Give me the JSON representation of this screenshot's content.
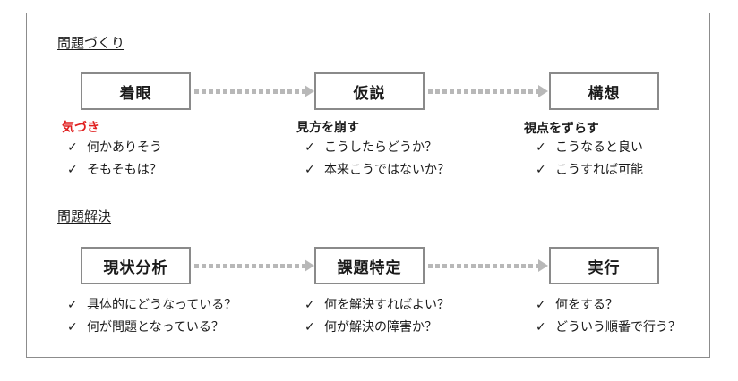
{
  "sections": [
    {
      "title": "問題づくり",
      "steps": [
        {
          "label": "着眼",
          "heading": "気づき",
          "heading_color": "#e02020",
          "bullets": [
            "何かありそう",
            "そもそもは？"
          ]
        },
        {
          "label": "仮説",
          "heading": "見方を崩す",
          "bullets": [
            "こうしたらどうか？",
            "本来こうではないか？"
          ]
        },
        {
          "label": "構想",
          "heading": "視点をずらす",
          "bullets": [
            "こうなると良い",
            "こうすれば可能"
          ]
        }
      ]
    },
    {
      "title": "問題解決",
      "steps": [
        {
          "label": "現状分析",
          "bullets": [
            "具体的にどうなっている？",
            "何が問題となっている？"
          ]
        },
        {
          "label": "課題特定",
          "bullets": [
            "何を解決すればよい？",
            "何が解決の障害か？"
          ]
        },
        {
          "label": "実行",
          "bullets": [
            "何をする？",
            "どういう順番で行う？"
          ]
        }
      ]
    }
  ],
  "check_mark": "✓",
  "colors": {
    "box_border": "#8a8a8a",
    "arrow": "#b8b8b8",
    "frame": "#8c8c8c",
    "highlight": "#e02020"
  }
}
